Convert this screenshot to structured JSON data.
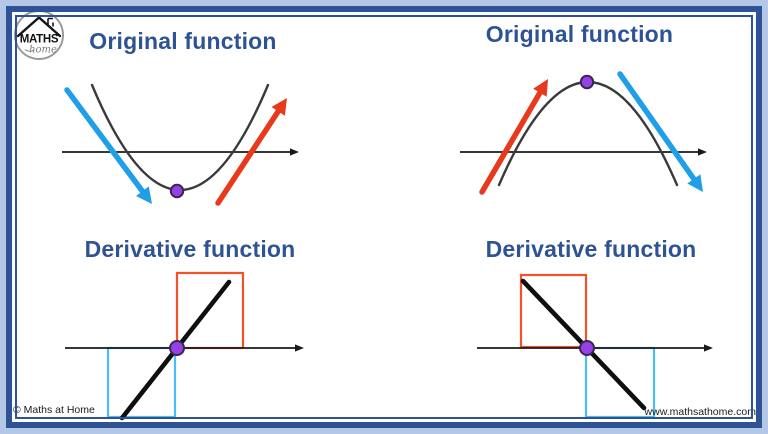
{
  "slide": {
    "panels": {
      "top_left": {
        "title": "Original function"
      },
      "top_right": {
        "title": "Original function"
      },
      "bottom_left": {
        "title": "Derivative function"
      },
      "bottom_right": {
        "title": "Derivative function"
      }
    },
    "footer": {
      "copyright": "© Maths at Home",
      "website": "www.mathsathome.com"
    },
    "logo": {
      "line1": "MATHS",
      "line2": "home"
    }
  },
  "colors": {
    "title_blue": "#2e5395",
    "arrow_red": "#e8391c",
    "arrow_blue": "#1f9fe8",
    "box_red": "#f4502a",
    "box_blue": "#4dbdf5",
    "point_fill": "#9640e6",
    "point_stroke": "#3a2750",
    "ink": "#1a1a1a",
    "curve": "#3a3a3c",
    "frame_light": "#b4c7e7",
    "frame_dark": "#2e5395"
  }
}
